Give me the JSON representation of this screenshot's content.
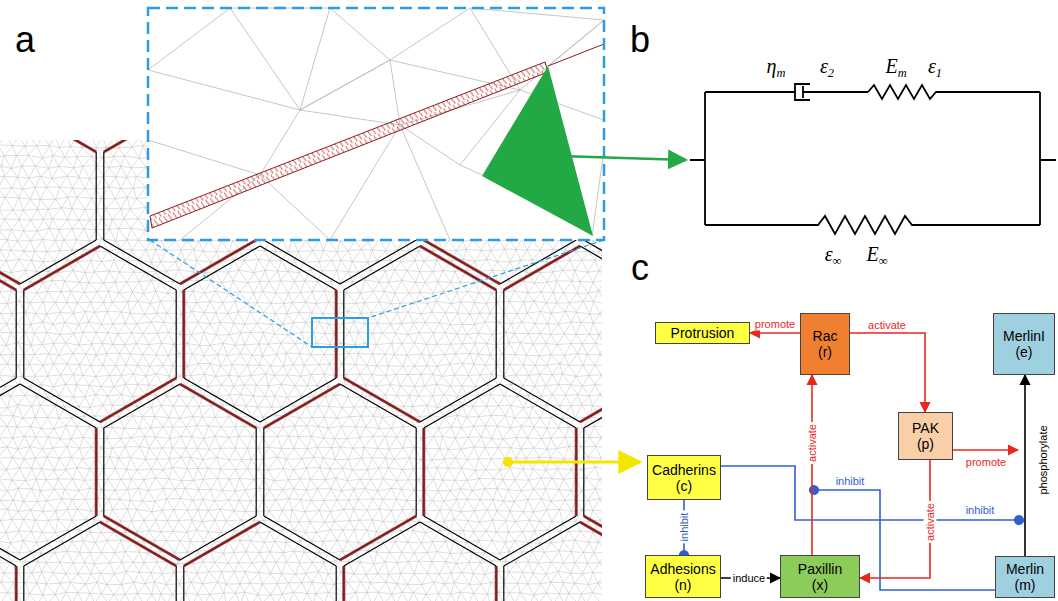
{
  "diagram": {
    "nodes": [
      {
        "text": [
          "Protrusion"
        ]
      },
      {
        "text": [
          "Rac (r)"
        ]
      },
      {
        "text": [
          "MerlinI (e)"
        ]
      },
      {
        "text": [
          "PAK (p)"
        ]
      },
      {
        "text": [
          "Cadherins (c)"
        ]
      },
      {
        "text": [
          "Adhesions (n)"
        ]
      },
      {
        "text": [
          "Paxillin (x)"
        ]
      },
      {
        "text": [
          "Merlin (m)"
        ]
      }
    ],
    "edges": [
      {
        "from": 1,
        "to": 0,
        "arrow": "to",
        "label": "promote"
      },
      {
        "from": 1,
        "to": 3,
        "arrow": "to",
        "label": "activate"
      },
      {
        "from": 3,
        "to": 6,
        "arrow": "to",
        "label": "activate"
      },
      {
        "from": 6,
        "to": 1,
        "arrow": "to",
        "label": "activate"
      },
      {
        "from": 4,
        "to": 5,
        "arrow": "to",
        "label": "inhibit"
      },
      {
        "from": 5,
        "to": 6,
        "arrow": "to",
        "label": "induce"
      },
      {
        "from": 7,
        "to": 2,
        "arrow": "to",
        "label": "phosphorylate"
      }
    ],
    "labels": [
      "a",
      "b",
      "c",
      "ηm",
      "ε2",
      "Em",
      "ε1",
      "ε∞",
      "E∞",
      "promote",
      "inhibit",
      "inhibit"
    ]
  }
}
